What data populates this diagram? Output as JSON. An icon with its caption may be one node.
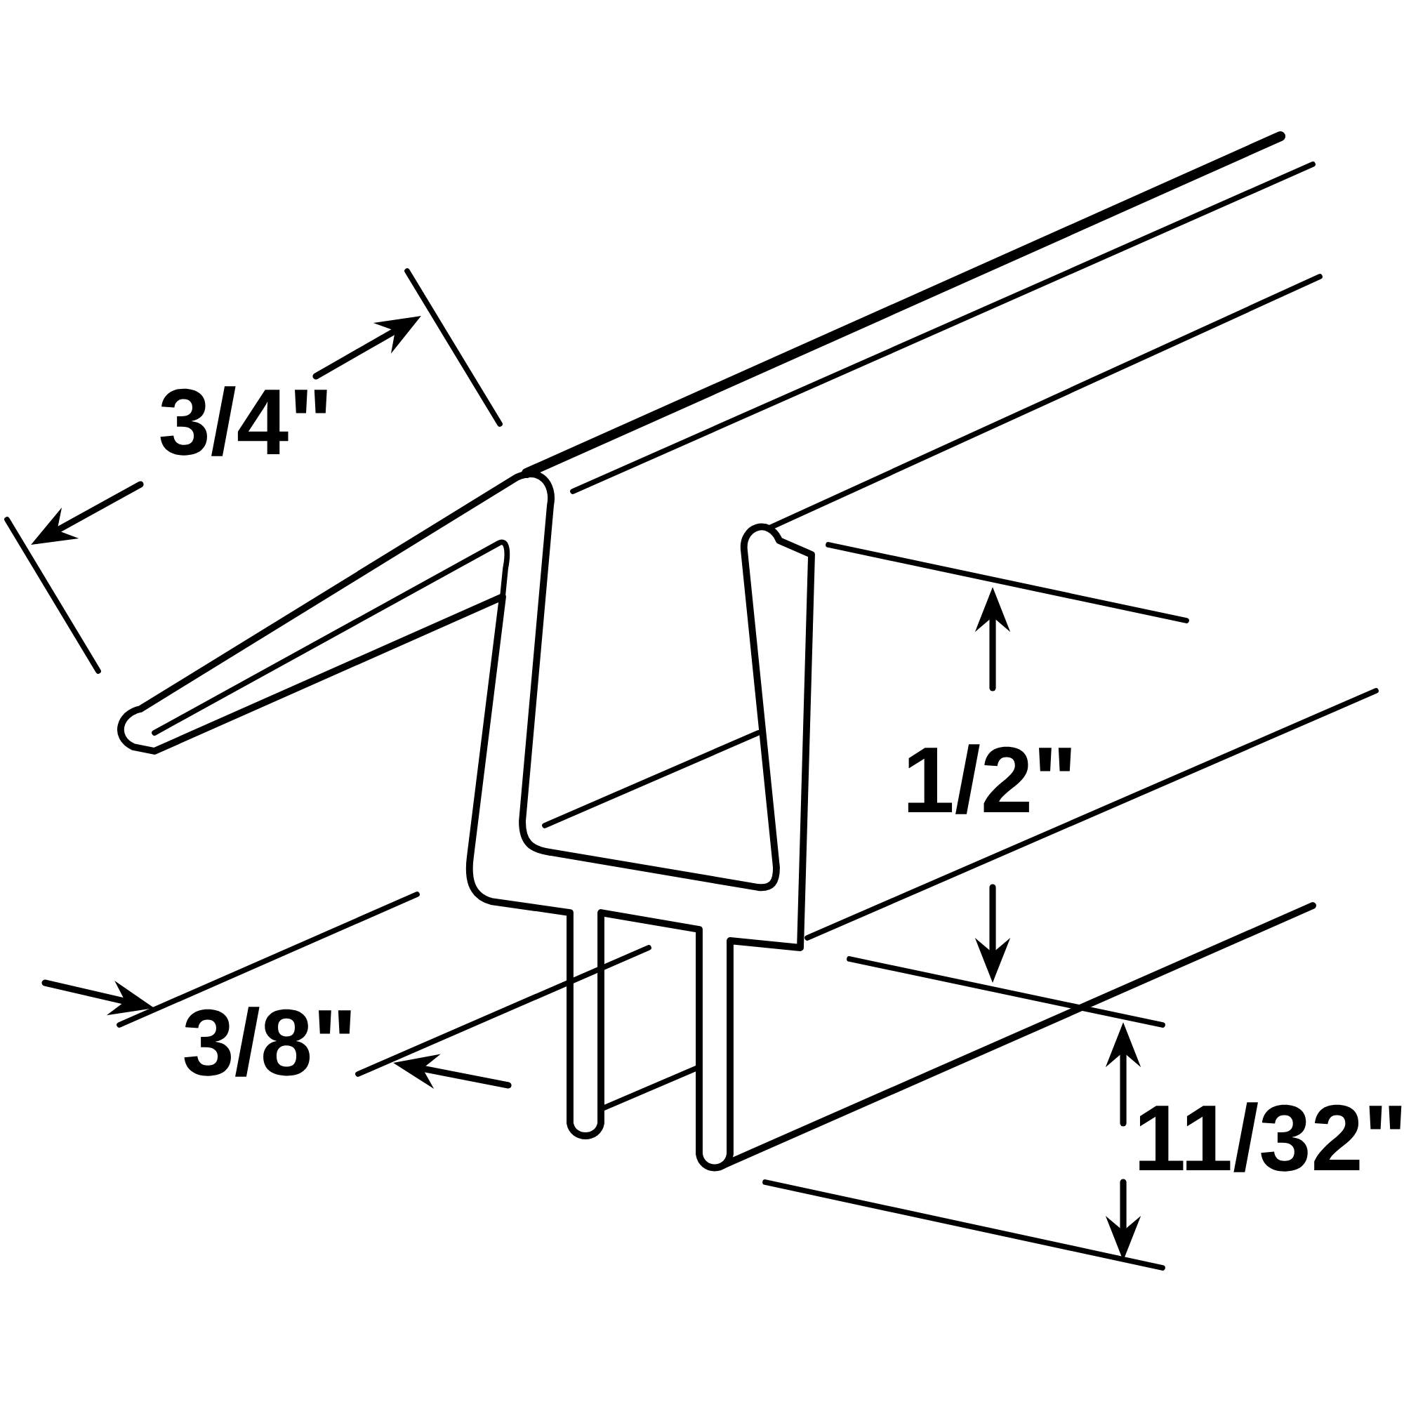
{
  "diagram": {
    "labels": [
      "3/4\"",
      "1/2\"",
      "3/8\"",
      "11/32\""
    ]
  }
}
